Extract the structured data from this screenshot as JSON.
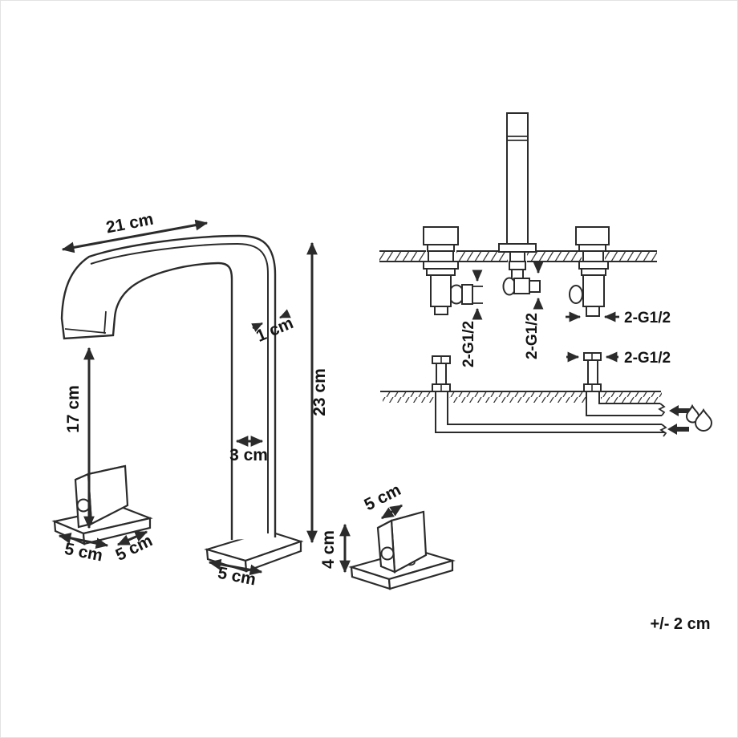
{
  "canvas": {
    "background": "#ffffff",
    "border_color": "#e2e2e2",
    "line_color": "#2b2b2b",
    "text_color": "#141414"
  },
  "faucet_view": {
    "spout_reach": "21 cm",
    "spout_thickness": "1 cm",
    "total_height": "23 cm",
    "spout_clearance": "17 cm",
    "spout_column_width": "3 cm",
    "handle_base_width": "5 cm",
    "handle_base_depth": "5 cm",
    "spout_base_width": "5 cm"
  },
  "handle_view": {
    "width": "5 cm",
    "height": "4 cm"
  },
  "installation_view": {
    "left_valve_thread": "2-G1/2",
    "spout_thread": "2-G1/2",
    "right_valve_thread": "2-G1/2",
    "supply_thread": "2-G1/2"
  },
  "footer": {
    "tolerance": "+/- 2 cm"
  }
}
